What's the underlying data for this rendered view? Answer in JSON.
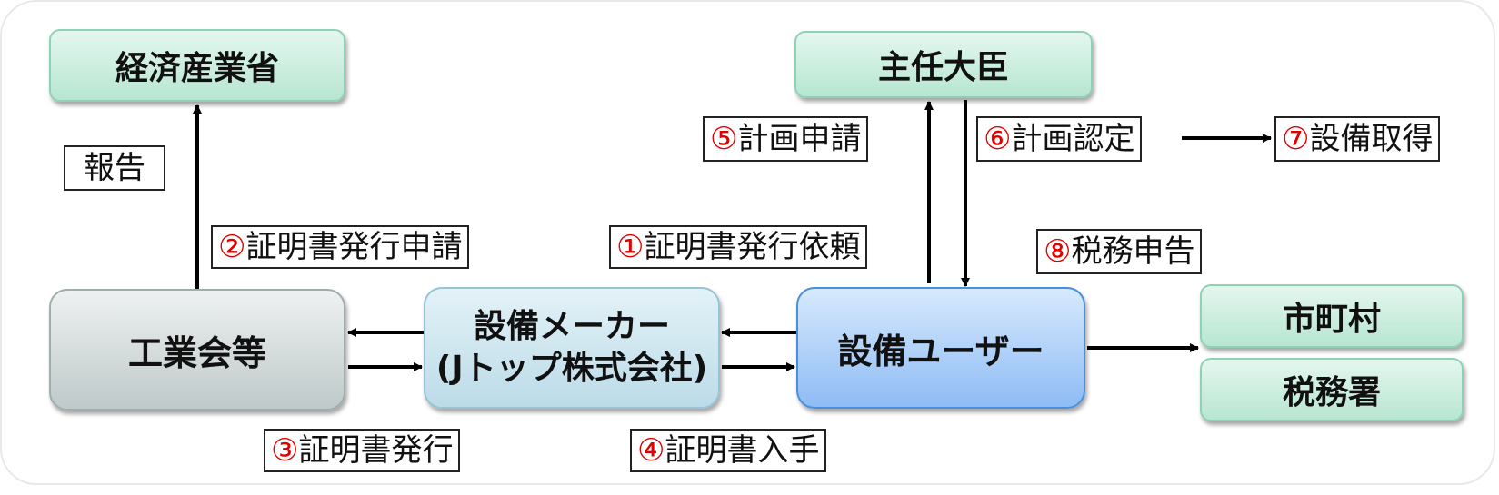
{
  "nodes": {
    "meti": "経済産業省",
    "minister": "主任大臣",
    "industry_assoc": "工業会等",
    "maker_line1": "設備メーカー",
    "maker_line2": "(Jトップ株式会社)",
    "user": "設備ユーザー",
    "municipality": "市町村",
    "tax_office": "税務署"
  },
  "labels": {
    "report": "報告",
    "step1": {
      "num": "①",
      "text": "証明書発行依頼"
    },
    "step2": {
      "num": "②",
      "text": "証明書発行申請"
    },
    "step3": {
      "num": "③",
      "text": "証明書発行"
    },
    "step4": {
      "num": "④",
      "text": "証明書入手"
    },
    "step5": {
      "num": "⑤",
      "text": "計画申請"
    },
    "step6": {
      "num": "⑥",
      "text": "計画認定"
    },
    "step7": {
      "num": "⑦",
      "text": "設備取得"
    },
    "step8": {
      "num": "⑧",
      "text": "税務申告"
    }
  },
  "colors": {
    "step_number": "#e00000",
    "arrow": "#000000"
  }
}
